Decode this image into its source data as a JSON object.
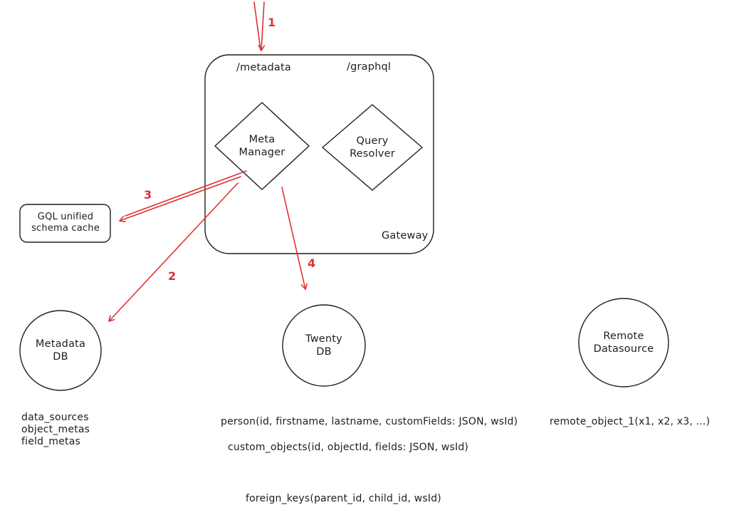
{
  "colors": {
    "ink": "#1e1e1e",
    "arrow_red": "#e03131"
  },
  "gateway": {
    "title": "Gateway",
    "route_metadata": "/metadata",
    "route_graphql": "/graphql",
    "meta_manager": {
      "line1": "Meta",
      "line2": "Manager"
    },
    "query_resolver": {
      "line1": "Query",
      "line2": "Resolver"
    }
  },
  "cache": {
    "line1": "GQL unified",
    "line2": "schema cache"
  },
  "databases": {
    "metadata_db": {
      "line1": "Metadata",
      "line2": "DB"
    },
    "twenty_db": {
      "line1": "Twenty",
      "line2": "DB"
    },
    "remote_datasource": {
      "line1": "Remote",
      "line2": "Datasource"
    }
  },
  "arrow_labels": {
    "step1": "1",
    "step2": "2",
    "step3": "3",
    "step4": "4"
  },
  "schema_text": {
    "metadata_tables": [
      "data_sources",
      "object_metas",
      "field_metas"
    ],
    "person_table": "person(id, firstname, lastname, customFields: JSON, wsId)",
    "custom_objects_table": "custom_objects(id, objectId, fields: JSON, wsId)",
    "remote_object_table": "remote_object_1(x1, x2, x3, ...)",
    "foreign_keys_table": "foreign_keys(parent_id, child_id, wsId)"
  }
}
